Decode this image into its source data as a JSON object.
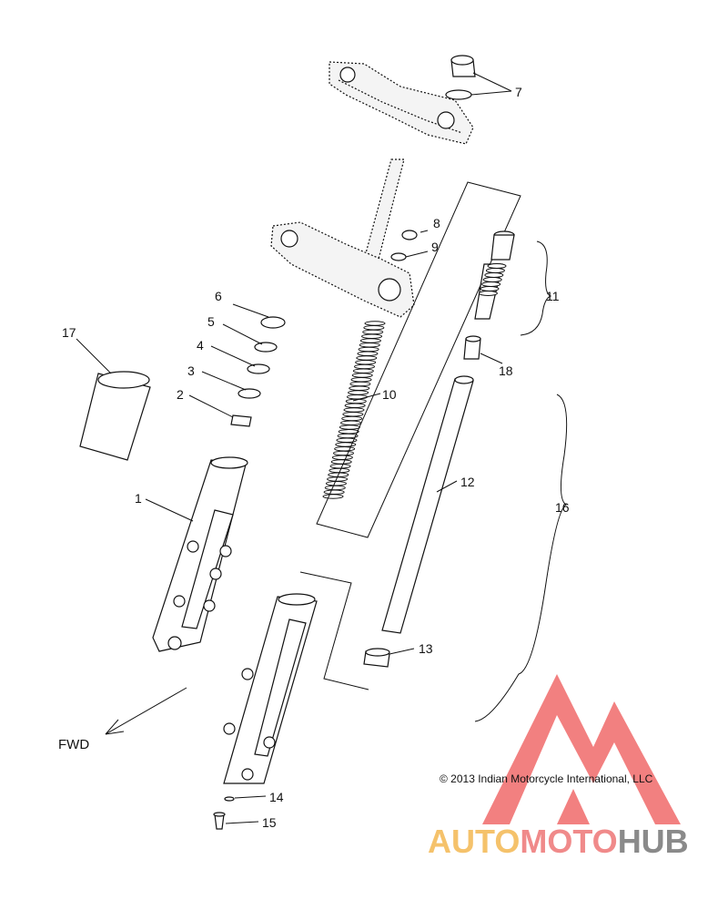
{
  "callouts": {
    "c1": "1",
    "c2": "2",
    "c3": "3",
    "c4": "4",
    "c5": "5",
    "c6": "6",
    "c7": "7",
    "c8": "8",
    "c9": "9",
    "c10": "10",
    "c11": "11",
    "c12": "12",
    "c13": "13",
    "c14": "14",
    "c15": "15",
    "c16": "16",
    "c17": "17",
    "c18": "18"
  },
  "direction_label": "FWD",
  "copyright": "© 2013 Indian Motorcycle International, LLC",
  "watermark": {
    "text": "AUTOMOTOHUB",
    "parts": [
      "AUTO",
      "MOTO",
      "HUB"
    ],
    "colors": {
      "auto": "#f5c26b",
      "moto": "#f08a8a",
      "hub": "#8a8a8a",
      "logo": "#f06a6a"
    }
  }
}
